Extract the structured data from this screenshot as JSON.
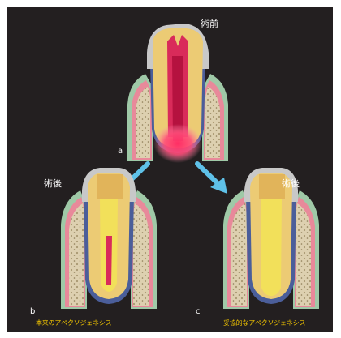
{
  "labels": {
    "before": "術前",
    "after_left": "術後",
    "after_right": "術後"
  },
  "panels": {
    "a": {
      "letter": "a"
    },
    "b": {
      "letter": "b",
      "caption": "本来のアペクソジェネシス"
    },
    "c": {
      "letter": "c",
      "caption": "妥協的なアペクソジェネシス"
    }
  },
  "colors": {
    "background": "#231f20",
    "bone": "#ddd0b0",
    "gingiva_pink": "#e8899a",
    "gingiva_green": "#9fc9a7",
    "dentin": "#eccb74",
    "enamel": "#c8c8c8",
    "pulp": "#d92b5a",
    "root_canal_fill": "#f2e05a",
    "ligament": "#4b5e9a",
    "lesion": "#ff4d7a",
    "arrow": "#5fc1e8",
    "caption": "#f2c500"
  }
}
